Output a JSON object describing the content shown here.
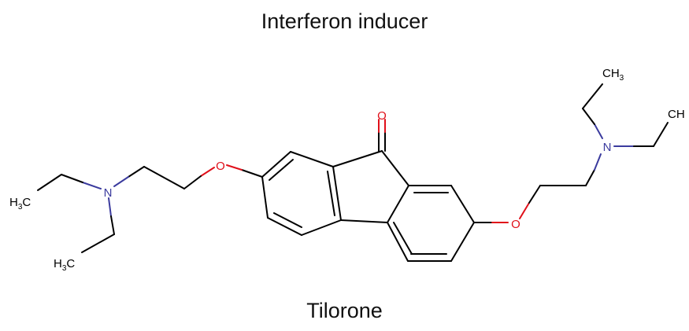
{
  "title": "Interferon inducer",
  "compound_name": "Tilorone",
  "atoms": {
    "ketone_o": "O",
    "ether_o_left": "O",
    "ether_o_right": "O",
    "amine_n_left": "N",
    "amine_n_right": "N",
    "methyl_left_top": "H3C",
    "methyl_left_bottom": "H3C",
    "methyl_right_top": "CH3",
    "methyl_right_mid": "CH"
  },
  "colors": {
    "carbon": "#000000",
    "nitrogen": "#3b3b9e",
    "oxygen": "#e0101a"
  }
}
